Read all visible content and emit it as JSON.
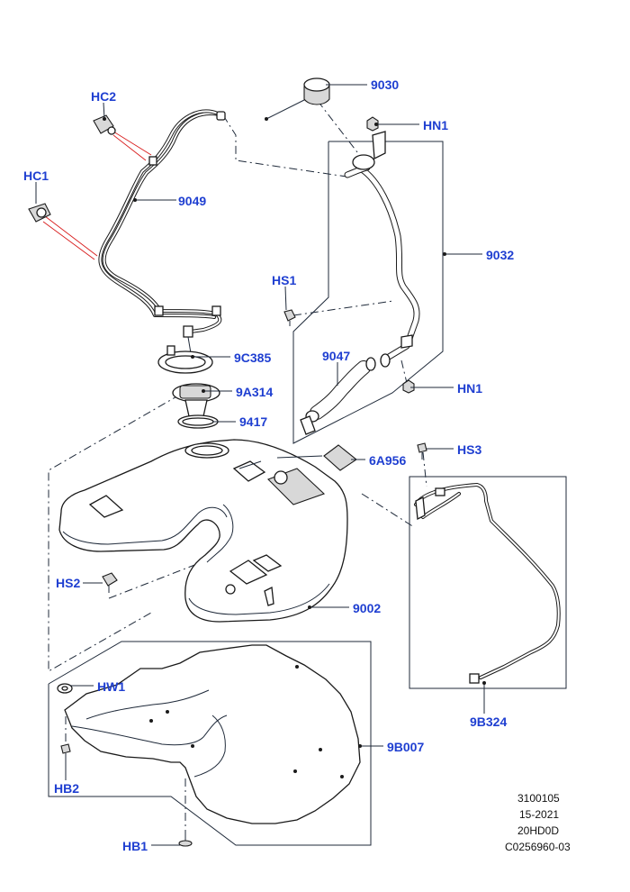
{
  "callouts": {
    "hc2": "HC2",
    "hc1": "HC1",
    "p9049": "9049",
    "p9030": "9030",
    "hn1_top": "HN1",
    "p9032": "9032",
    "hs1": "HS1",
    "p9047": "9047",
    "hn1_bottom": "HN1",
    "p9c385": "9C385",
    "p9a314": "9A314",
    "p9417": "9417",
    "hs3": "HS3",
    "p6a956": "6A956",
    "hs2": "HS2",
    "p9002": "9002",
    "hw1": "HW1",
    "p9b324": "9B324",
    "p9b007": "9B007",
    "hb2": "HB2",
    "hb1": "HB1"
  },
  "meta": {
    "code": "3100105",
    "years": "15-2021",
    "model": "20HD0D",
    "ref": "C0256960-03"
  },
  "colors": {
    "callout": "#1f3fd1",
    "line": "#1f2a3a",
    "highlight_red": "#d81b1b"
  }
}
